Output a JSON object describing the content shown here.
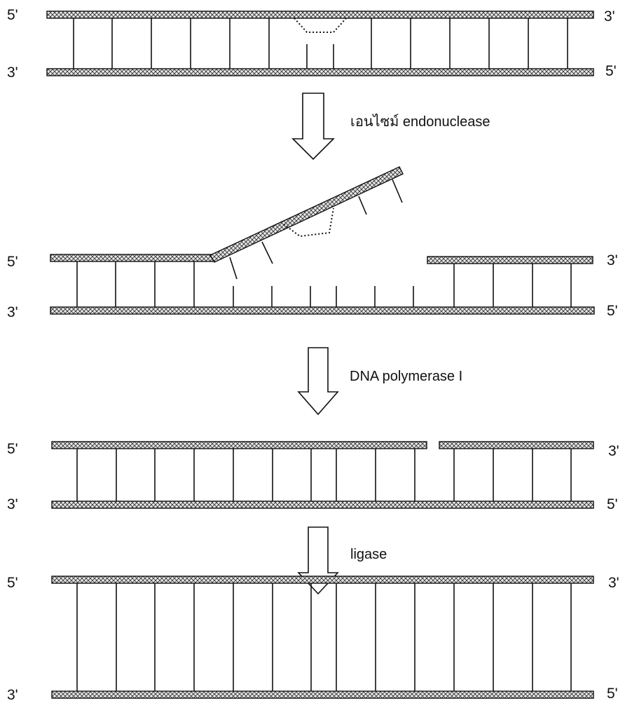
{
  "ends": {
    "five_prime": "5'",
    "three_prime": "3'"
  },
  "steps": [
    {
      "id": "endonuclease",
      "label": "เอนไซม์ endonuclease"
    },
    {
      "id": "polymerase",
      "label": "DNA polymerase I"
    },
    {
      "id": "ligase",
      "label": "ligase"
    }
  ],
  "stages": [
    {
      "id": "damaged",
      "description_visible": false
    },
    {
      "id": "excised",
      "description_visible": false
    },
    {
      "id": "filled",
      "description_visible": false
    },
    {
      "id": "ligated",
      "description_visible": false
    }
  ],
  "colors": {
    "ink": "#111111",
    "background": "#ffffff"
  }
}
